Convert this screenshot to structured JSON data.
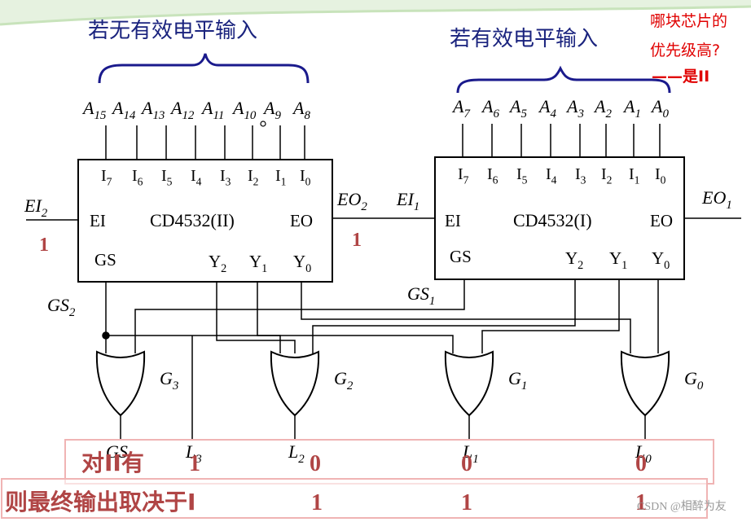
{
  "title_left": "若无有效电平输入",
  "title_right": "若有效电平输入",
  "question": {
    "line1": "哪块芯片的",
    "line2": "优先级高?",
    "answer": "——是II"
  },
  "chip_high": {
    "name": "CD4532(II)",
    "inputs_top": [
      "A15",
      "A14",
      "A13",
      "A12",
      "A11",
      "A10",
      "A9",
      "A8"
    ],
    "pins": [
      "I7",
      "I6",
      "I5",
      "I4",
      "I3",
      "I2",
      "I1",
      "I0"
    ],
    "ei": "EI",
    "eo": "EO",
    "gs": "GS",
    "outputs": [
      "Y2",
      "Y1",
      "Y0"
    ],
    "ei_signal": "EI2",
    "eo_signal": "EO2",
    "gs_signal": "GS2"
  },
  "chip_low": {
    "name": "CD4532(I)",
    "inputs_top": [
      "A7",
      "A6",
      "A5",
      "A4",
      "A3",
      "A2",
      "A1",
      "A0"
    ],
    "pins": [
      "I7",
      "I6",
      "I5",
      "I4",
      "I3",
      "I2",
      "I1",
      "I0"
    ],
    "ei": "EI",
    "eo": "EO",
    "gs": "GS",
    "outputs": [
      "Y2",
      "Y1",
      "Y0"
    ],
    "ei_signal": "EI1",
    "eo_signal": "EO1",
    "gs_signal": "GS1"
  },
  "ei2_value": "1",
  "eo2_value": "1",
  "gates": [
    "G3",
    "G2",
    "G1",
    "G0"
  ],
  "outputs_bottom": [
    "GS",
    "L3",
    "L2",
    "L1",
    "L0"
  ],
  "row1": {
    "label": "对II有",
    "values": [
      "1",
      "0",
      "0",
      "0"
    ]
  },
  "row2": {
    "label": "则最终输出取决于I",
    "values": [
      "1",
      "1",
      "1"
    ]
  },
  "watermark": "CSDN @相醉为友",
  "colors": {
    "title": "#1a237e",
    "question": "#e00000",
    "value": "#b04545",
    "line": "#000000",
    "brace": "#1a1a8c",
    "box_border": "#f0b4b4"
  }
}
